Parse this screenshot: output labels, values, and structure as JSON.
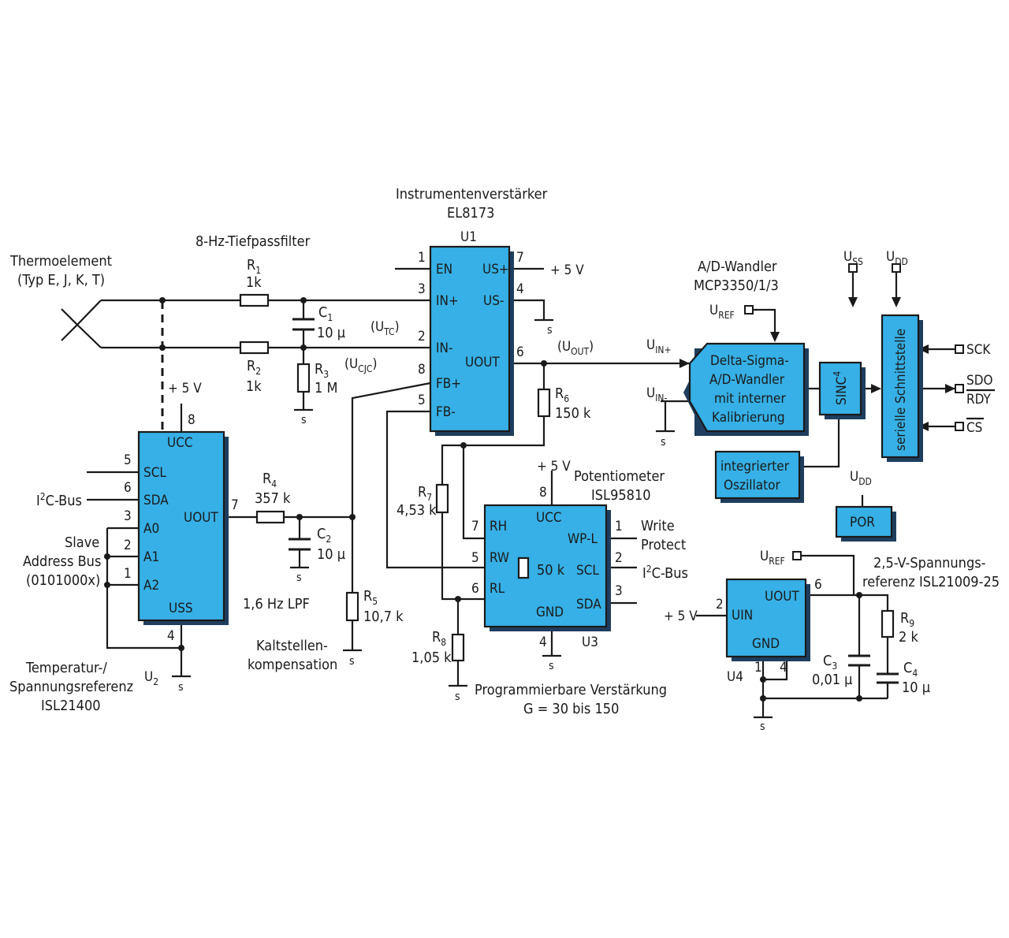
{
  "titles": {
    "tc_line1": "Thermoelement",
    "tc_line2": "(Typ E, J, K, T)",
    "lpf": "8-Hz-Tiefpassfilter",
    "ia_line1": "Instrumentenverstärker",
    "ia_line2": "EL8173",
    "adc_line1": "A/D-Wandler",
    "adc_line2": "MCP3350/1/3",
    "pot_line1": "Potentiometer",
    "pot_line2": "ISL95810",
    "vref_line1": "2,5-V-Spannungs-",
    "vref_line2": "referenz ISL21009-25",
    "tref_line1": "Temperatur-/",
    "tref_line2": "Spannungsreferenz",
    "tref_line3": "ISL21400",
    "gain_line1": "Programmierbare Verstärkung",
    "gain_line2": "G = 30 bis 150",
    "lpf16": "1,6 Hz LPF",
    "cjc_line1": "Kaltstellen-",
    "cjc_line2": "kompensation",
    "slave_line1": "Slave",
    "slave_line2": "Address Bus",
    "slave_line3": "(0101000x)",
    "i2c_left": "C-Bus",
    "i2c_right": "C-Bus",
    "write_line1": "Write",
    "write_line2": "Protect"
  },
  "components": {
    "r1": {
      "name": "R",
      "idx": "1",
      "value": "1k"
    },
    "r2": {
      "name": "R",
      "idx": "2",
      "value": "1k"
    },
    "r3": {
      "name": "R",
      "idx": "3",
      "value": "1 M"
    },
    "r4": {
      "name": "R",
      "idx": "4",
      "value": "357 k"
    },
    "r5": {
      "name": "R",
      "idx": "5",
      "value": "10,7 k"
    },
    "r6": {
      "name": "R",
      "idx": "6",
      "value": "150 k"
    },
    "r7": {
      "name": "R",
      "idx": "7",
      "value": "4,53 k"
    },
    "r8": {
      "name": "R",
      "idx": "8",
      "value": "1,05 k"
    },
    "r9": {
      "name": "R",
      "idx": "9",
      "value": "2 k"
    },
    "c1": {
      "name": "C",
      "idx": "1",
      "value": "10 µ"
    },
    "c2": {
      "name": "C",
      "idx": "2",
      "value": "10 µ"
    },
    "c3": {
      "name": "C",
      "idx": "3",
      "value": "0,01 µ"
    },
    "c4": {
      "name": "C",
      "idx": "4",
      "value": "10 µ"
    },
    "pot": "50 k"
  },
  "u1": {
    "label": "U1",
    "pins": [
      "EN",
      "IN+",
      "IN-",
      "FB+",
      "FB-",
      "US+",
      "US-",
      "UOUT"
    ],
    "nums": [
      "1",
      "3",
      "2",
      "8",
      "5",
      "7",
      "4",
      "6"
    ]
  },
  "u2": {
    "label": "U",
    "idx": "2",
    "pins": [
      "UCC",
      "SCL",
      "SDA",
      "A0",
      "A1",
      "A2",
      "USS",
      "UOUT"
    ],
    "nums": [
      "8",
      "5",
      "6",
      "3",
      "2",
      "1",
      "4",
      "7"
    ]
  },
  "u3": {
    "label": "U3",
    "pins": [
      "UCC",
      "RH",
      "RW",
      "RL",
      "GND",
      "WP-L",
      "SCL",
      "SDA"
    ],
    "nums": [
      "8",
      "7",
      "5",
      "6",
      "4",
      "1",
      "2",
      "3"
    ]
  },
  "u4": {
    "label": "U4",
    "pins": [
      "UIN",
      "UOUT",
      "GND"
    ],
    "nums": [
      "2",
      "6",
      "1",
      "4"
    ]
  },
  "adc": {
    "ds_line1": "Delta-Sigma-",
    "ds_line2": "A/D-Wandler",
    "ds_line3": "mit interner",
    "ds_line4": "Kalibrierung",
    "sinc": "SINC",
    "sinc_sup": "4",
    "osc_line1": "integrierter",
    "osc_line2": "Oszillator",
    "serial": "serielle Schnittstelle",
    "por": "POR"
  },
  "signals": {
    "plus5v": "+ 5 V",
    "ground": "s",
    "u": "U",
    "u_tc": "TC",
    "u_cjc": "CJC",
    "u_out": "OUT",
    "u_inp": "IN+",
    "u_inm": "IN-",
    "u_ref": "REF",
    "u_ss": "SS",
    "u_dd": "DD",
    "sck": "SCK",
    "sdo": "SDO",
    "rdy": "RDY",
    "cs": "CS",
    "i2": "I",
    "sq": "2"
  }
}
